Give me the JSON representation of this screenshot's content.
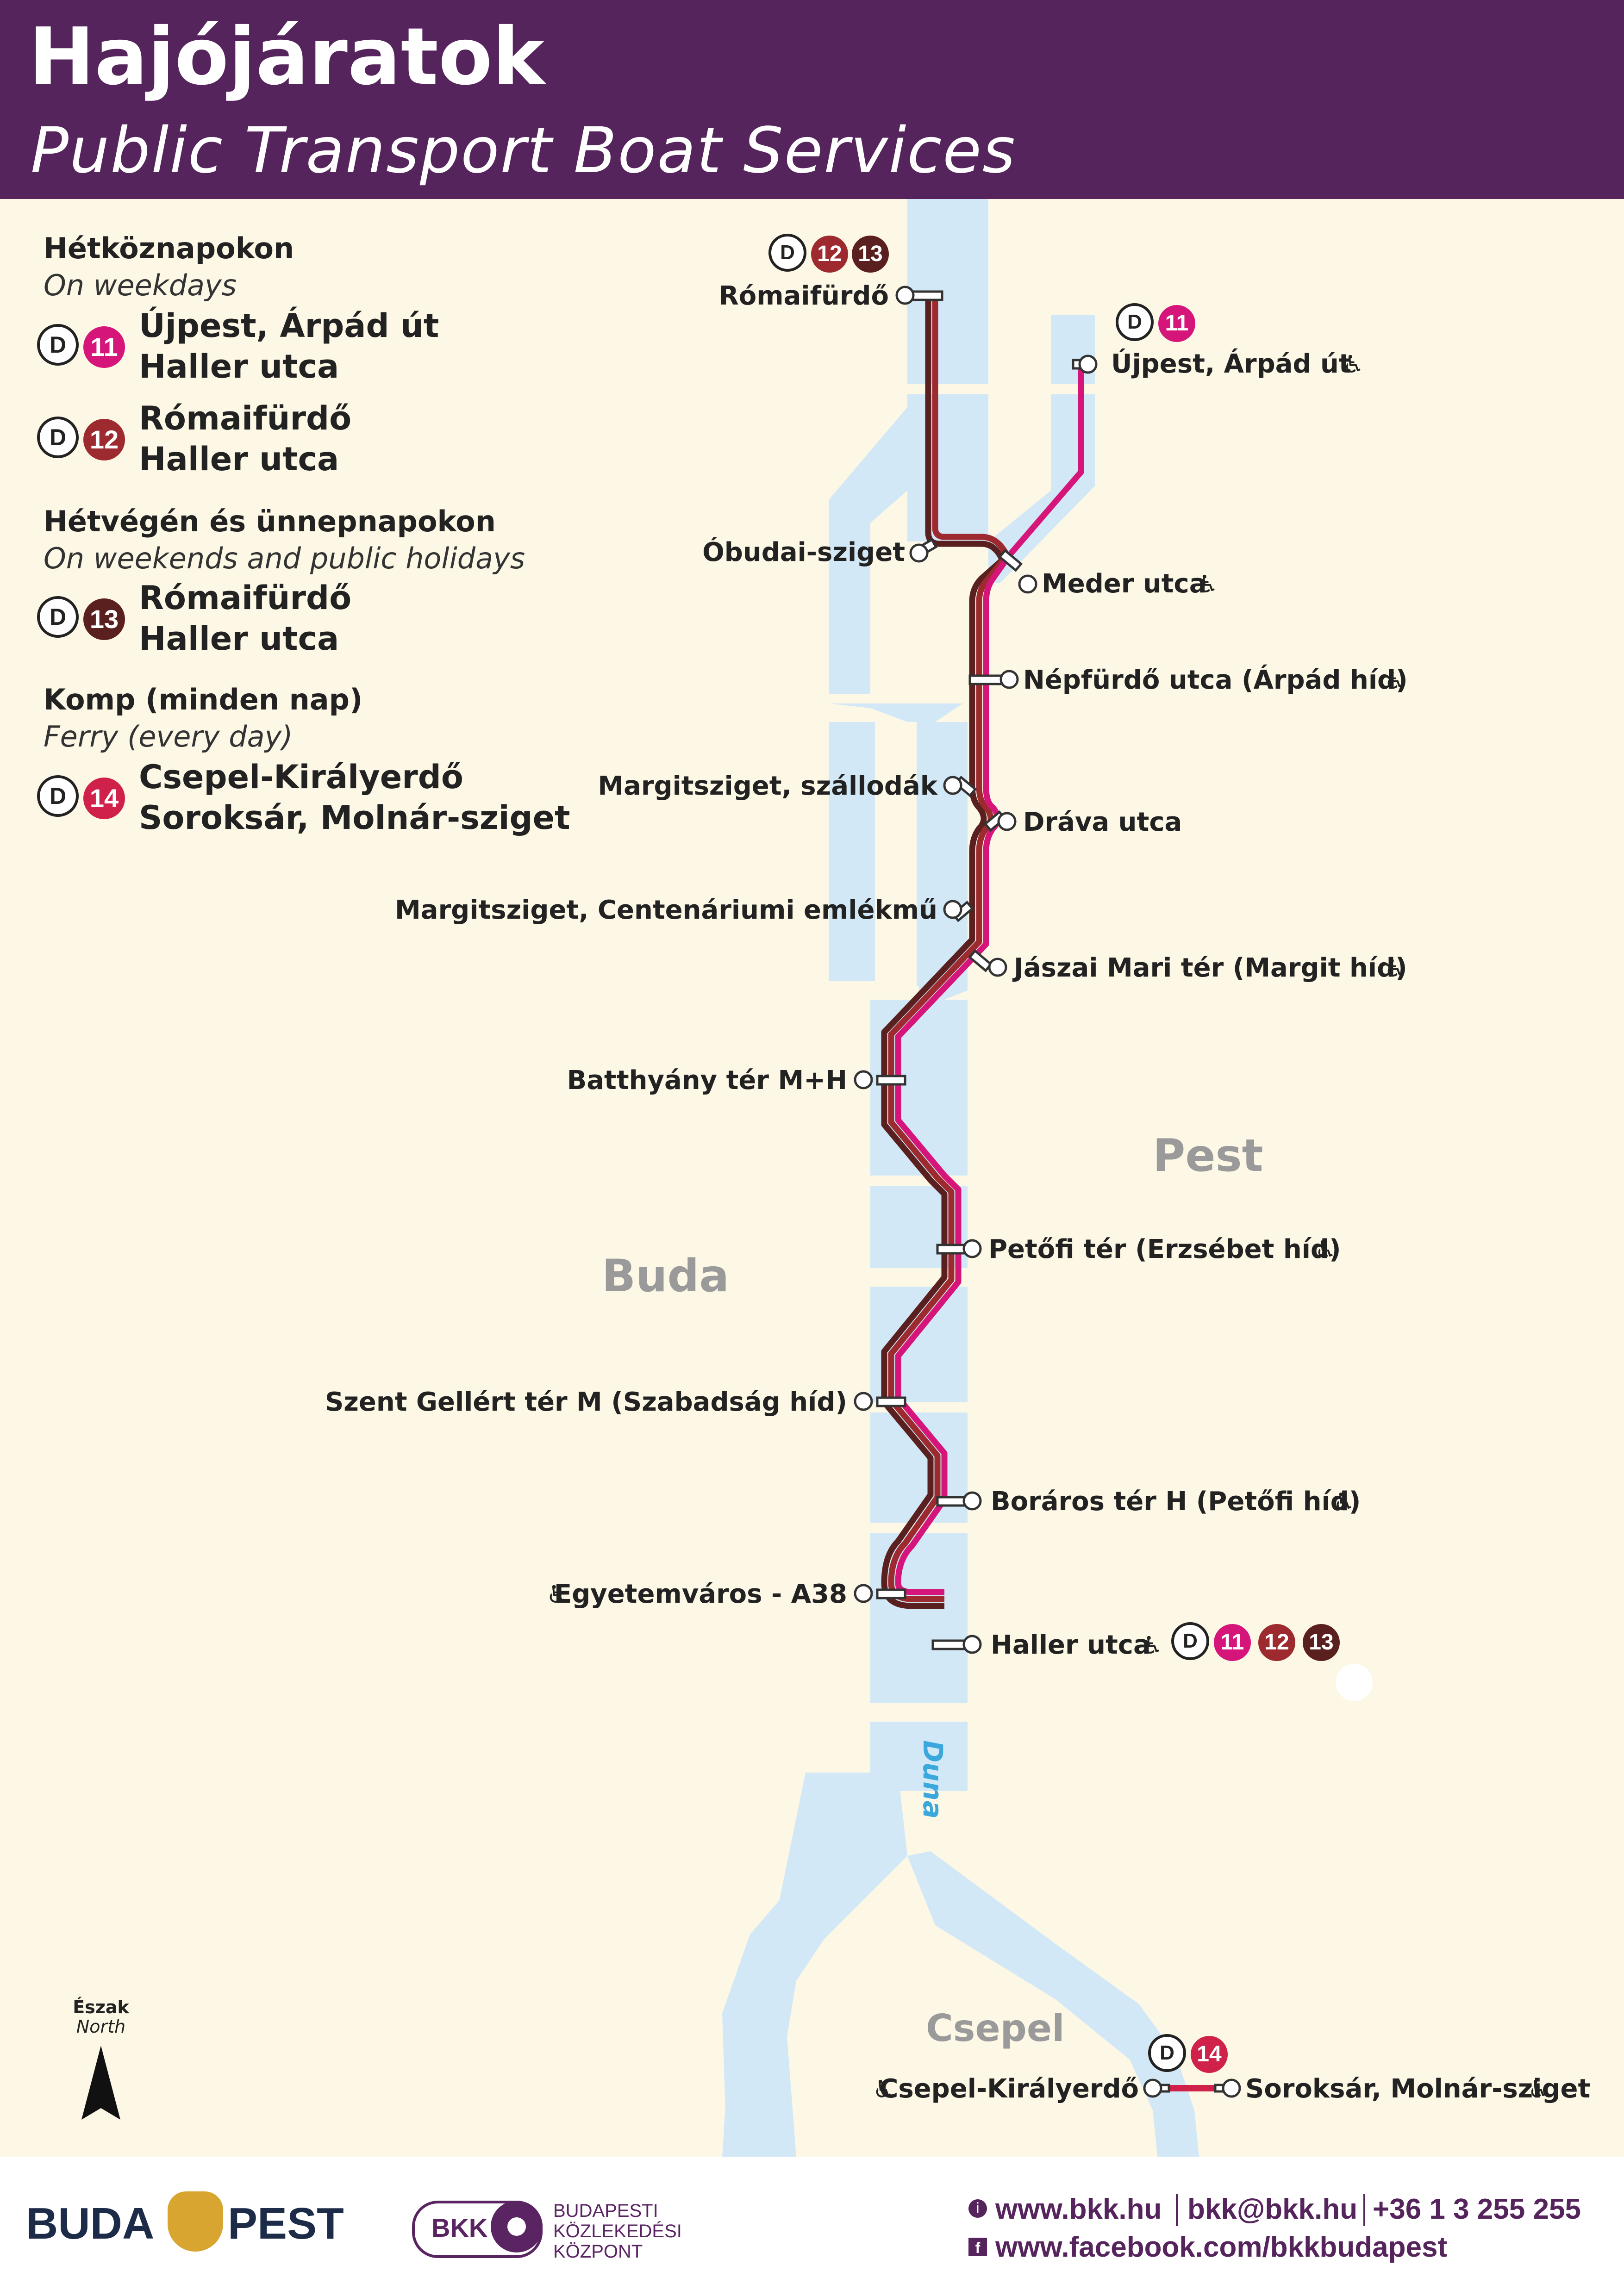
{
  "header": {
    "title": "Hajójáratok",
    "subtitle": "Public Transport Boat Services"
  },
  "legend": {
    "weekdays_hu": "Hétköznapokon",
    "weekdays_en": "On weekdays",
    "weekend_hu": "Hétvégén és ünnepnapokon",
    "weekend_en": "On weekends and public holidays",
    "ferry_hu": "Komp (minden nap)",
    "ferry_en": "Ferry (every day)",
    "routes": [
      {
        "number": "11",
        "from": "Újpest, Árpád út",
        "to": "Haller utca"
      },
      {
        "number": "12",
        "from": "Rómaifürdő",
        "to": "Haller utca"
      },
      {
        "number": "13",
        "from": "Rómaifürdő",
        "to": "Haller utca"
      },
      {
        "number": "14",
        "from": "Csepel-Királyerdő",
        "to": "Soroksár, Molnár-sziget"
      }
    ],
    "ship_symbol": "D"
  },
  "colors": {
    "header": "#56245c",
    "route11": "#d6157a",
    "route12": "#9c2a2e",
    "route13": "#5a1f1f",
    "route14": "#cf2149",
    "river": "#d2e8f6",
    "land": "#fdf8e6",
    "area_label": "#9a9a9a",
    "river_label": "#3aa7dd"
  },
  "map": {
    "areas": {
      "buda": "Buda",
      "pest": "Pest",
      "csepel": "Csepel"
    },
    "river": "Duna",
    "north_hu": "Észak",
    "north_en": "North",
    "stops": {
      "romaifurdo": "Rómaifürdő",
      "ujpest": "Újpest, Árpád út",
      "obudai": "Óbudai-sziget",
      "meder": "Meder utca",
      "nepfurdo": "Népfürdő utca (Árpád híd)",
      "margit_szallodak": "Margitsziget, szállodák",
      "drava": "Dráva utca",
      "margit_centenarium": "Margitsziget, Centenáriumi emlékmű",
      "jaszai": "Jászai Mari tér (Margit híd)",
      "batthyany": "Batthyány tér M+H",
      "petofi_ter": "Petőfi tér (Erzsébet híd)",
      "gellert": "Szent Gellért tér M (Szabadság híd)",
      "boraros": "Boráros tér H (Petőfi híd)",
      "egyetemvaros": "Egyetemváros - A38",
      "haller": "Haller utca",
      "csepel_kiralyerdo": "Csepel-Királyerdő",
      "soroksar": "Soroksár, Molnár-sziget"
    }
  },
  "footer": {
    "budapest_left": "BUDA",
    "budapest_right": "PEST",
    "bkk": "BKK",
    "bkk_line1": "BUDAPESTI",
    "bkk_line2": "KÖZLEKEDÉSI",
    "bkk_line3": "KÖZPONT",
    "website": "www.bkk.hu",
    "email": "bkk@bkk.hu",
    "phone": "+36 1 3 255 255",
    "facebook": "www.facebook.com/bkkbudapest"
  }
}
